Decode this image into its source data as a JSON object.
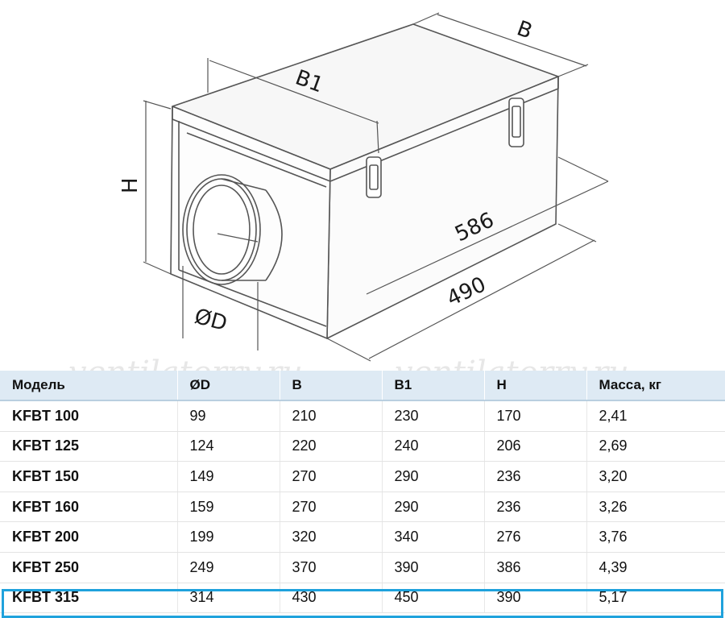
{
  "drawing": {
    "dim_b": "B",
    "dim_b1": "B1",
    "dim_h": "H",
    "dim_d": "ØD",
    "dim_length_total": "586",
    "dim_length_body": "490",
    "line_color": "#555555"
  },
  "watermark": "ventilatorry.ru",
  "table": {
    "headers": [
      "Модель",
      "ØD",
      "B",
      "B1",
      "H",
      "Масса, кг"
    ],
    "rows": [
      [
        "KFBT 100",
        "99",
        "210",
        "230",
        "170",
        "2,41"
      ],
      [
        "KFBT 125",
        "124",
        "220",
        "240",
        "206",
        "2,69"
      ],
      [
        "KFBT 150",
        "149",
        "270",
        "290",
        "236",
        "3,20"
      ],
      [
        "KFBT 160",
        "159",
        "270",
        "290",
        "236",
        "3,26"
      ],
      [
        "KFBT 200",
        "199",
        "320",
        "340",
        "276",
        "3,76"
      ],
      [
        "KFBT 250",
        "249",
        "370",
        "390",
        "386",
        "4,39"
      ],
      [
        "KFBT 315",
        "314",
        "430",
        "450",
        "390",
        "5,17"
      ]
    ],
    "highlighted_row": "KFBT 315",
    "header_bg": "#deeaf4",
    "highlight_color": "#1fa2dc"
  }
}
